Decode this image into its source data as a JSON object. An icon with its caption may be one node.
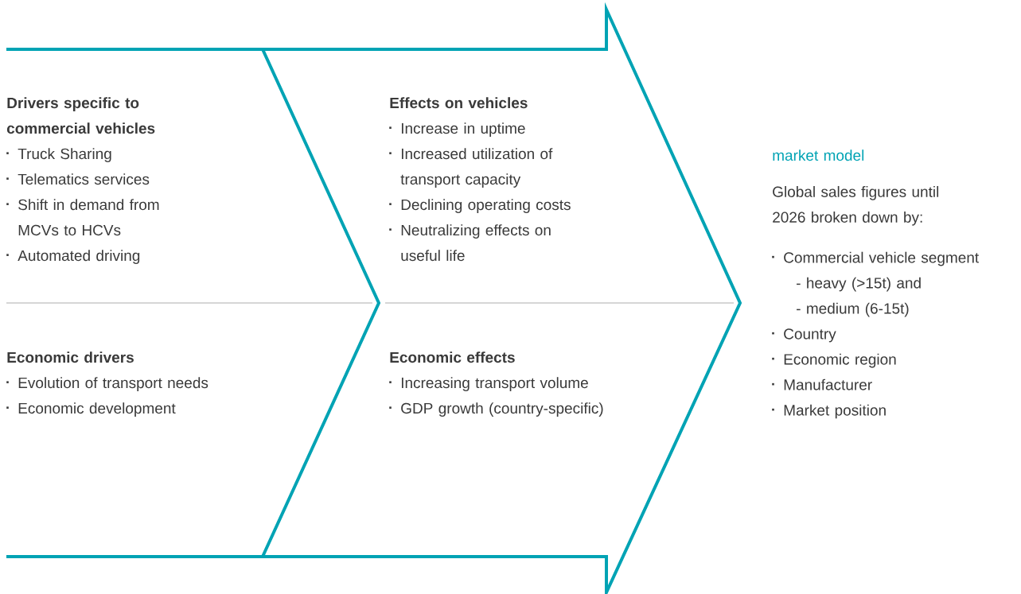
{
  "diagram": {
    "nodes": [
      {
        "text": [
          "Drivers specific to commercial vehicles",
          "Truck Sharing",
          "Telematics services",
          "Shift in demand from MCVs to HCVs",
          "Automated driving"
        ]
      },
      {
        "text": [
          "Economic drivers",
          "Evolution of transport needs",
          "Economic development"
        ]
      },
      {
        "text": [
          "Effects on vehicles",
          "Increase in uptime",
          "Increased utilization of transport capacity",
          "Declining operating costs",
          "Neutralizing effects on useful life"
        ]
      },
      {
        "text": [
          "Economic effects",
          "Increasing transport volume",
          "GDP growth (country-specific)"
        ]
      },
      {
        "text": [
          "market model",
          "Global sales figures until 2026 broken down by:",
          "Commercial vehicle segment",
          "- heavy (>15t) and",
          "- medium (6-15t)",
          "Country",
          "Economic region",
          "Manufacturer",
          "Market position"
        ]
      }
    ]
  }
}
